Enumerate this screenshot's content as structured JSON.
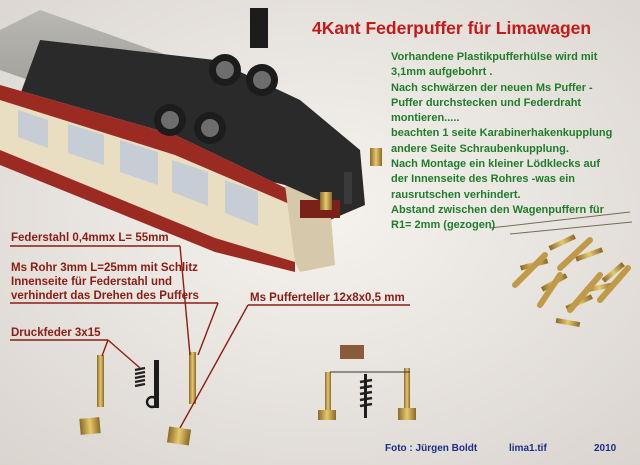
{
  "title": "4Kant Federpuffer für Limawagen",
  "description_lines": [
    "Vorhandene Plastikpufferhülse wird mit",
    "3,1mm aufgebohrt .",
    "Nach schwärzen der neuen Ms Puffer -",
    "Puffer durchstecken und Federdraht",
    "montieren.....",
    "beachten 1 seite Karabinerhakenkupplung",
    "andere Seite Schraubenkupplung.",
    "Nach Montage ein kleiner Lödklecks auf",
    "der Innenseite des Rohres -was ein",
    "rausrutschen verhindert.",
    "Abstand zwischen den Wagenpuffern für",
    "R1= 2mm (gezogen)"
  ],
  "labels": {
    "federstahl": "Federstahl 0,4mmx L= 55mm",
    "ms_rohr_1": "Ms Rohr 3mm L=25mm mit Schlitz",
    "ms_rohr_2": "Innenseite für Federstahl und",
    "ms_rohr_3": "verhindert das Drehen des Puffers",
    "druckfeder": "Druckfeder 3x15",
    "pufferteller": "Ms Pufferteller 12x8x0,5 mm"
  },
  "footer": {
    "foto": "Foto : Jürgen Boldt",
    "file": "lima1.tif",
    "year": "2010"
  },
  "colors": {
    "title": "#c81818",
    "description": "#1f7d2a",
    "labels": "#8c1d14",
    "footer": "#1b2f8a",
    "background": "#ece8e3"
  }
}
